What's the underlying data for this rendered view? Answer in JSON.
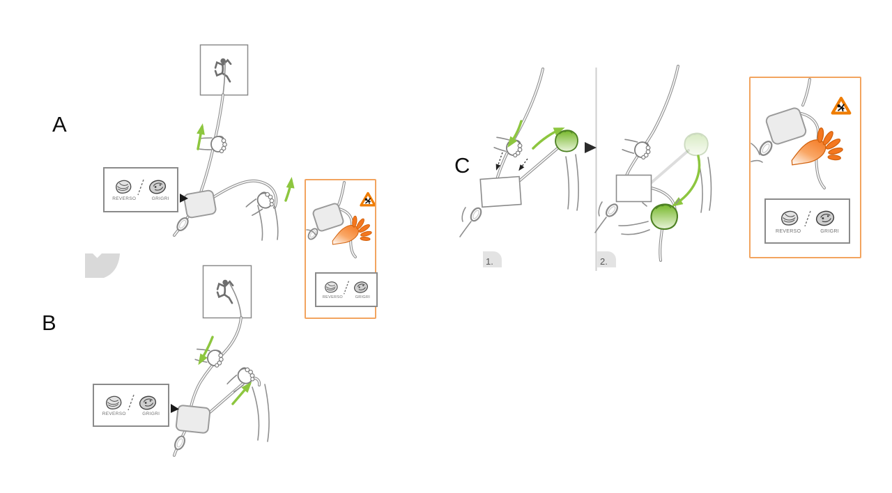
{
  "sections": {
    "a": {
      "label": "A"
    },
    "b": {
      "label": "B"
    },
    "c": {
      "label": "C",
      "step1": "1.",
      "step2": "2."
    }
  },
  "device_box": {
    "reverso": "REVERSO",
    "grigri": "GRIGRI",
    "separator": "/"
  },
  "icons": {
    "climber_pictogram": "climbing figure in framed box",
    "warning_triangle": "falling-person warning triangle",
    "panel_advance_arrow": "black right-pointing triangle between step 1 and step 2",
    "device_pointer": "black triangle pointing from compatibility box to belay device"
  },
  "colors": {
    "arrow_green": "#8dc63f",
    "hand_orange": "#f4771f",
    "warning_border_orange": "#f2a45f",
    "warning_triangle_orange": "#ef7c00",
    "line_gray": "#8a8a8a",
    "panel_gray": "#d9d9d9"
  }
}
